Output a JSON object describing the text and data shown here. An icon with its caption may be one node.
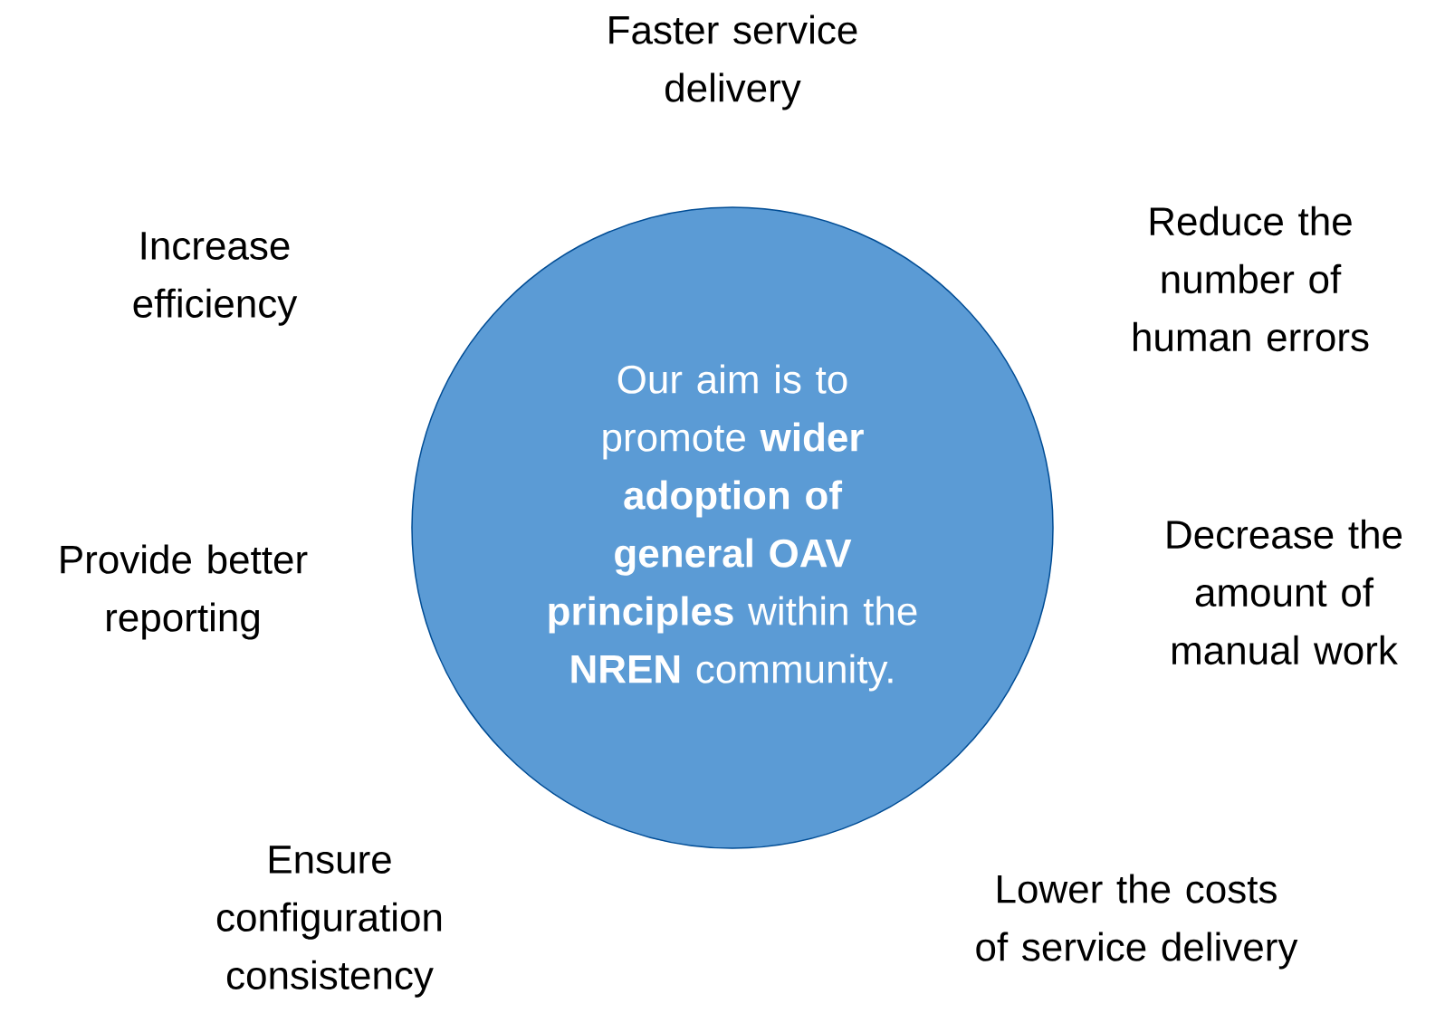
{
  "diagram": {
    "nodes": [
      {
        "text": [
          "Our aim is to promote **wider adoption of general OAV principles** within the **NREN** community."
        ]
      }
    ],
    "labels": [
      "Faster service delivery",
      "Increase efficiency",
      "Reduce the number of human errors",
      "Provide better reporting",
      "Decrease the amount of manual work",
      "Ensure configuration consistency",
      "Lower the costs of service delivery"
    ]
  }
}
